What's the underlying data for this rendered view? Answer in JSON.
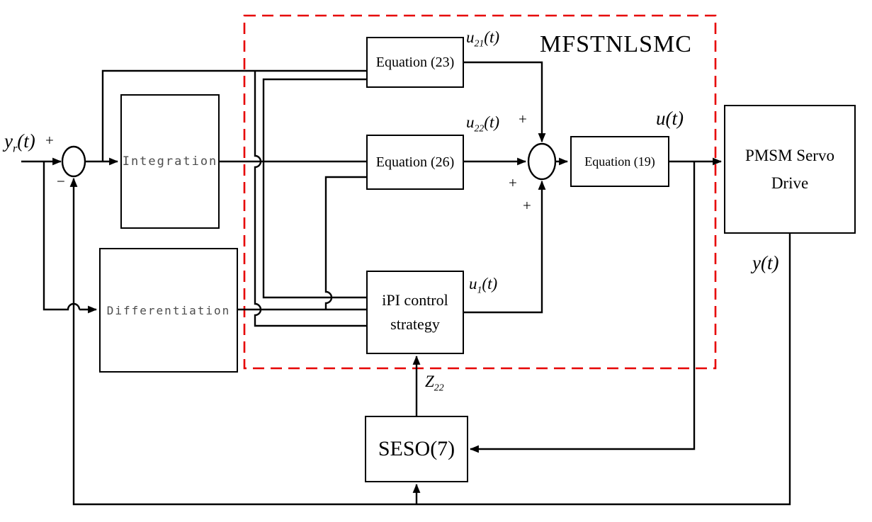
{
  "diagram": {
    "region_label": "MFSTNLSMC",
    "colors": {
      "boundary": "#e60000",
      "wire": "#000000",
      "gray_text": "#4d4d4d"
    },
    "blocks": {
      "integration": {
        "label": "Integration"
      },
      "differentiation": {
        "label": "Differentiation"
      },
      "eq23": {
        "label": "Equation (23)"
      },
      "eq26": {
        "label": "Equation (26)"
      },
      "ipi": {
        "line1": "iPI control",
        "line2": "strategy"
      },
      "eq19": {
        "label": "Equation (19)"
      },
      "pmsm": {
        "line1": "PMSM Servo",
        "line2": "Drive"
      },
      "seso": {
        "label": "SESO(7)"
      }
    },
    "signals": {
      "yr": {
        "base": "y",
        "sub": "r",
        "paren": "(t)"
      },
      "u21": {
        "base": "u",
        "sub": "21",
        "paren": "(t)"
      },
      "u22": {
        "base": "u",
        "sub": "22",
        "paren": "(t)"
      },
      "u1": {
        "base": "u",
        "sub": "1",
        "paren": "(t)"
      },
      "u": {
        "base": "u",
        "sub": "",
        "paren": "(t)"
      },
      "y": {
        "base": "y",
        "sub": "",
        "paren": "(t)"
      },
      "z22": {
        "base": "Z",
        "sub": "22",
        "paren": ""
      }
    },
    "junctions": {
      "s1": {
        "top_sign": "+",
        "bottom_sign": "−"
      },
      "s2": {
        "top_sign": "+",
        "left_sign": "+",
        "bottom_sign": "+"
      }
    }
  }
}
